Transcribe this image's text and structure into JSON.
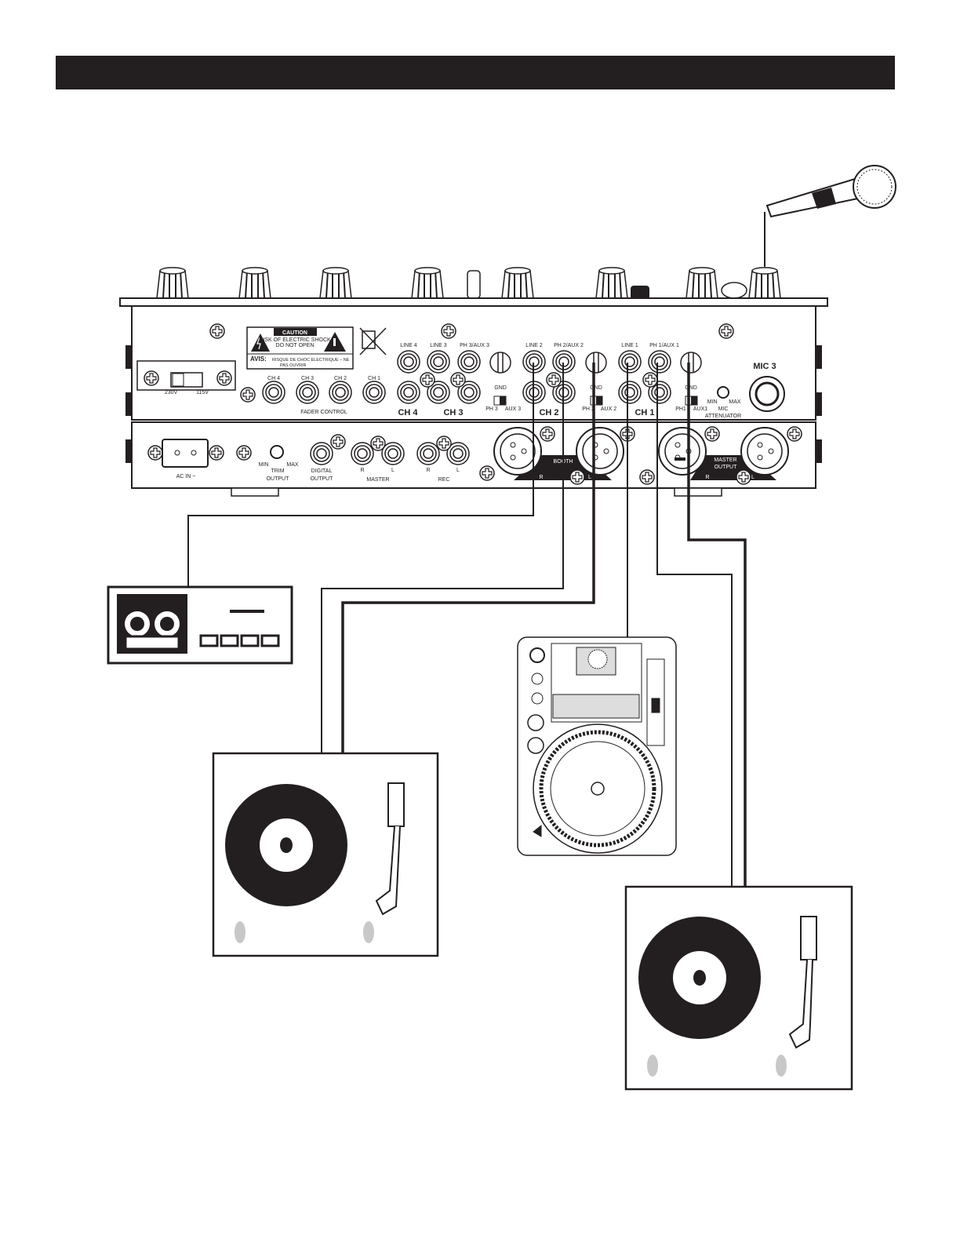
{
  "header": {
    "title": ""
  },
  "colors": {
    "ink": "#231f20",
    "paper": "#ffffff",
    "foot": "#c8c8c8"
  },
  "mixer": {
    "caution": "CAUTION",
    "caution_sub1": "RISK OF ELECTRIC SHOCK",
    "caution_sub2": "DO NOT OPEN",
    "avis": "AVIS:",
    "avis_text1": "RISQUE DE CHOC ELECTRIQUE – NE",
    "avis_text2": "PAS OUVRIR",
    "voltage_230": "230V",
    "voltage_115": "115V",
    "fader_labels": [
      "CH 4",
      "CH 3",
      "CH 2",
      "CH 1"
    ],
    "fader_control": "FADER CONTROL",
    "line4": "LINE 4",
    "line3": "LINE 3",
    "ph3": "PH 3/AUX 3",
    "line2": "LINE 2",
    "ph2": "PH 2/AUX 2",
    "line1": "LINE 1",
    "ph1": "PH 1/AUX 1",
    "gnd": "GND",
    "ch4": "CH 4",
    "ch3": "CH 3",
    "ch2": "CH 2",
    "ch1": "CH 1",
    "sw3_a": "PH 3",
    "sw3_b": "AUX 3",
    "sw2_a": "PH 2",
    "sw2_b": "AUX 2",
    "sw1_a": "PH1",
    "sw1_b": "AUX1",
    "mic3": "MIC 3",
    "mic_min": "MIN",
    "mic_max": "MAX",
    "mic_att1": "MIC",
    "mic_att2": "ATTENUATOR",
    "ac_in": "AC IN ~",
    "trim_min": "MIN",
    "trim_max": "MAX",
    "trim1": "TRIM",
    "trim2": "OUTPUT",
    "digital1": "DIGITAL",
    "digital2": "OUTPUT",
    "r": "R",
    "l": "L",
    "master": "MASTER",
    "rec": "REC",
    "booth": "BOOTH",
    "master_out1": "MASTER",
    "master_out2": "OUTPUT"
  },
  "devices": [
    "cassette-deck",
    "turntable-1",
    "cd-player",
    "turntable-2",
    "microphone"
  ],
  "icons": [
    "lightning-warning-icon",
    "exclamation-warning-icon",
    "crossed-bin-icon",
    "screw-icon"
  ]
}
